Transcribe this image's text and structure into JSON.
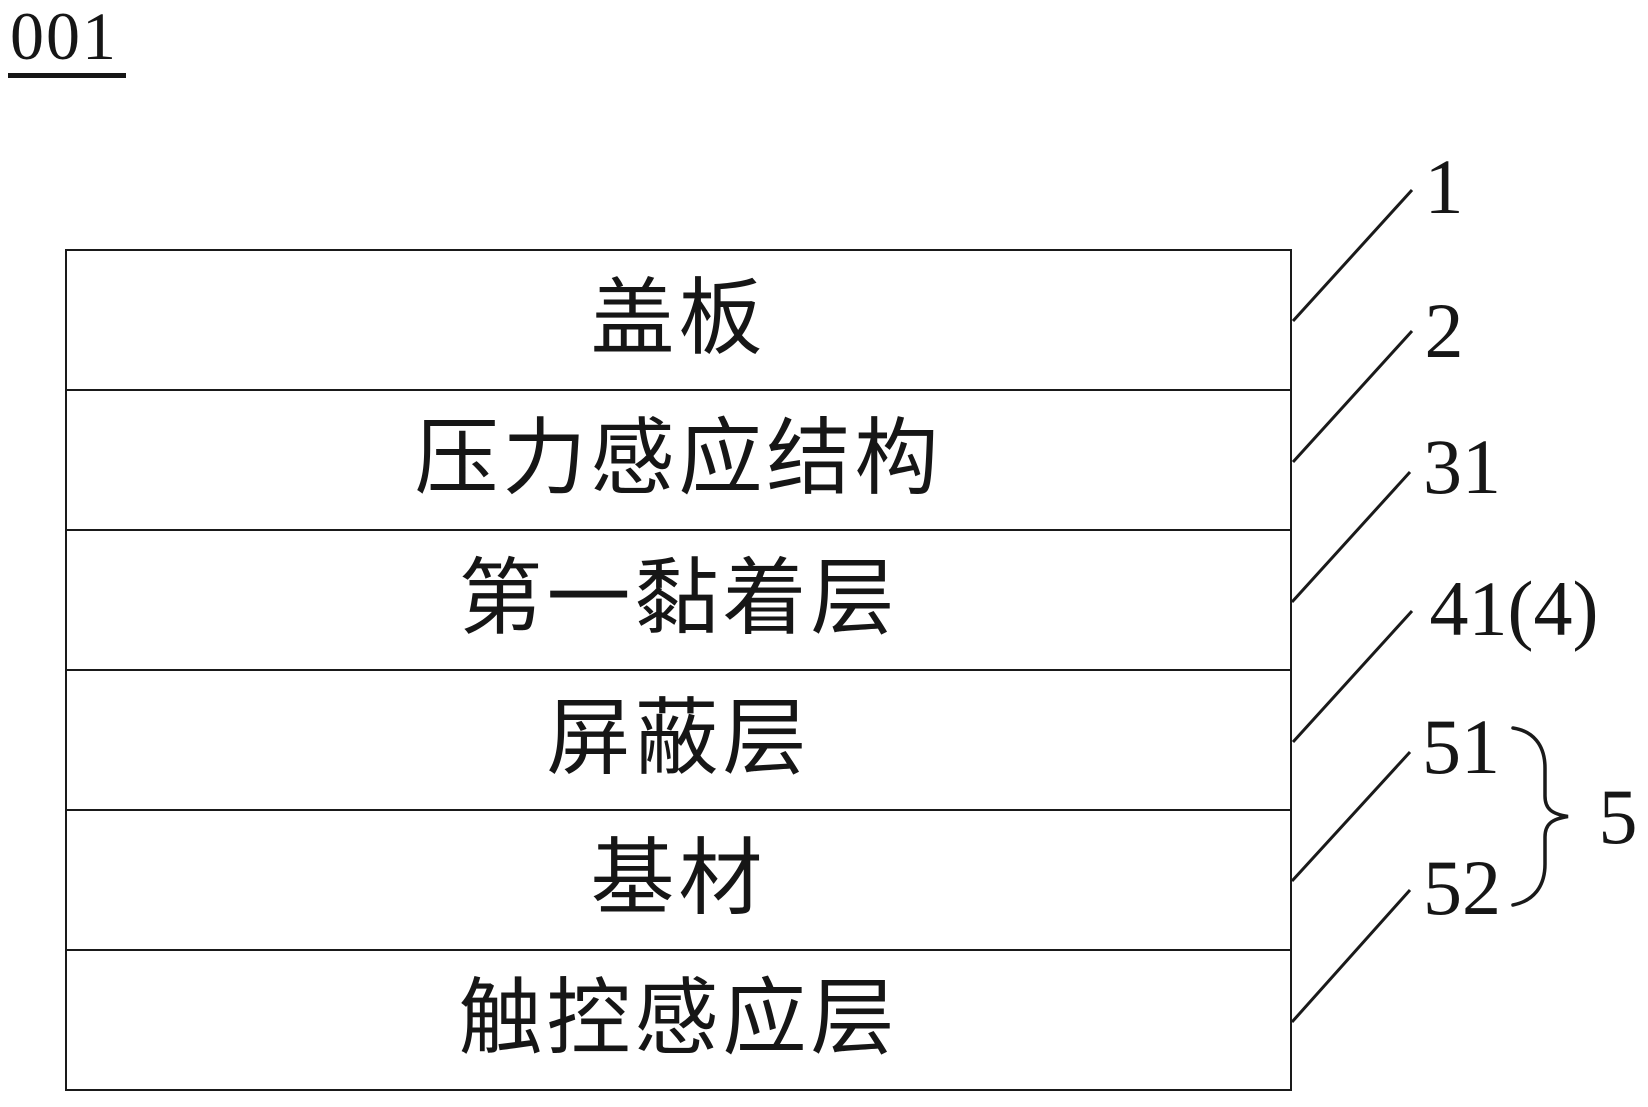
{
  "figure": {
    "ref_label": "001"
  },
  "stack": {
    "layers": [
      {
        "name": "盖板",
        "ref": "1"
      },
      {
        "name": "压力感应结构",
        "ref": "2"
      },
      {
        "name": "第一黏着层",
        "ref": "31"
      },
      {
        "name": "屏蔽层",
        "ref": "41(4)"
      },
      {
        "name": "基材",
        "ref": "51"
      },
      {
        "name": "触控感应层",
        "ref": "52"
      }
    ],
    "group": {
      "label": "5",
      "members": "51, 52"
    }
  },
  "colors": {
    "line": "#1a1a1a",
    "text": "#161616",
    "background": "#ffffff"
  }
}
